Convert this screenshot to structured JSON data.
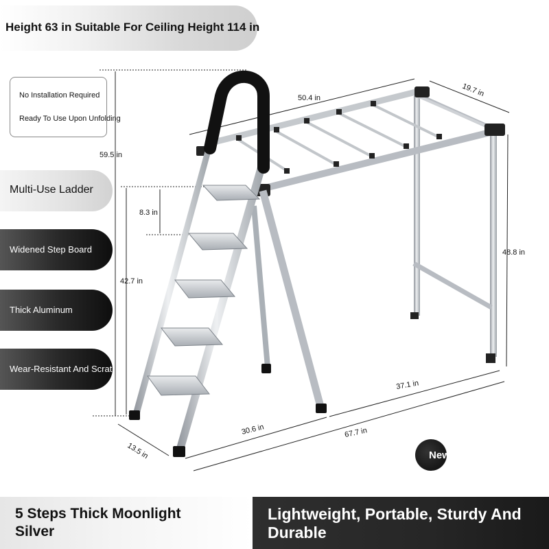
{
  "header": {
    "title": "Height 63 in Suitable For Ceiling Height 114 in"
  },
  "notes": {
    "line1": "No Installation Required",
    "line2": "Ready To Use Upon Unfolding"
  },
  "features": [
    "Multi-Use Ladder",
    "Widened Step Board",
    "Thick Aluminum",
    "Wear-Resistant And Scratch-Resistant"
  ],
  "dimensions": {
    "width_top": "50.4 in",
    "depth_top": "19.7 in",
    "height_total": "59.5 in",
    "step_spacing": "8.3 in",
    "ladder_height": "42.7 in",
    "rack_height": "48.8 in",
    "rack_base": "37.1 in",
    "ladder_base": "30.6 in",
    "total_length": "67.7 in",
    "base_depth": "13.5 in"
  },
  "badge": {
    "label": "New"
  },
  "footer": {
    "left": "5 Steps Thick Moonlight Silver",
    "right": "Lightweight, Portable, Sturdy And Durable"
  },
  "colors": {
    "frame": "#b8bcc2",
    "handle": "#111111",
    "dark_pill": "#1a1a1a"
  }
}
